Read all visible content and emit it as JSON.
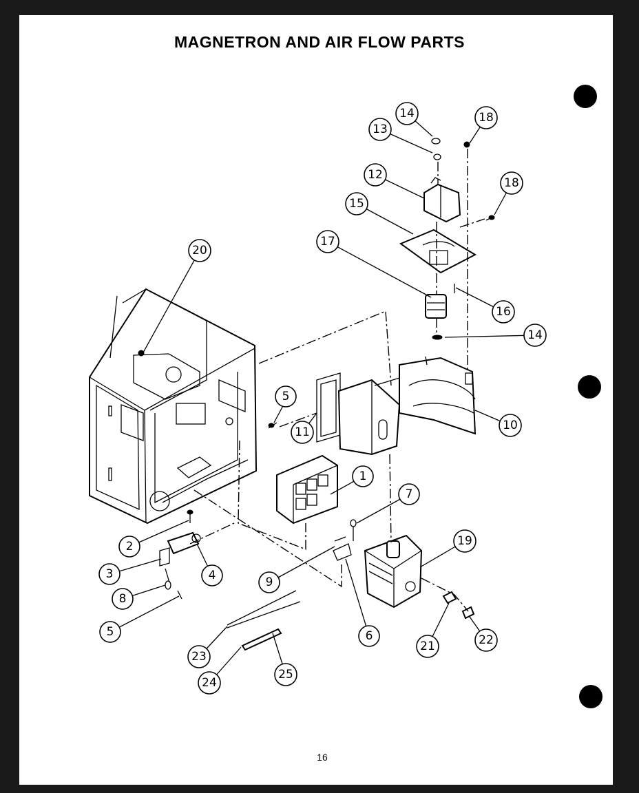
{
  "title": "MAGNETRON AND AIR FLOW PARTS",
  "page_number": "16",
  "callouts": [
    "1",
    "2",
    "3",
    "4",
    "5",
    "5",
    "6",
    "7",
    "8",
    "9",
    "10",
    "11",
    "12",
    "13",
    "14",
    "14",
    "15",
    "16",
    "17",
    "18",
    "18",
    "19",
    "20",
    "21",
    "22",
    "23",
    "24",
    "25"
  ]
}
